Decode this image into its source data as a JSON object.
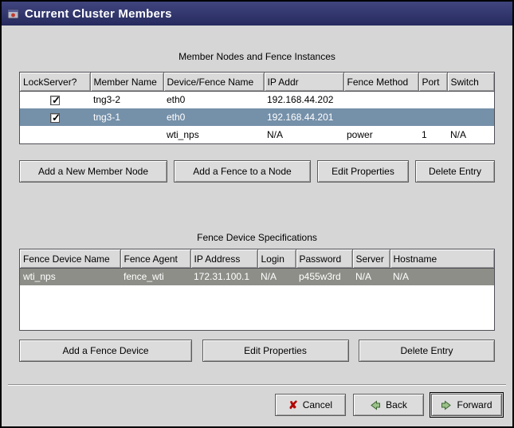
{
  "window": {
    "title": "Current Cluster Members"
  },
  "member_section": {
    "title": "Member Nodes and Fence Instances",
    "columns": [
      "LockServer?",
      "Member Name",
      "Device/Fence Name",
      "IP Addr",
      "Fence Method",
      "Port",
      "Switch"
    ],
    "rows": [
      {
        "cells": [
          "",
          "tng3-2",
          "eth0",
          "192.168.44.202",
          "",
          "",
          ""
        ],
        "checked": true,
        "selected": false
      },
      {
        "cells": [
          "",
          "tng3-1",
          "eth0",
          "192.168.44.201",
          "",
          "",
          ""
        ],
        "checked": true,
        "selected": true
      },
      {
        "cells": [
          "",
          "",
          "wti_nps",
          "N/A",
          "power",
          "1",
          "N/A"
        ],
        "checked": false,
        "selected": false
      }
    ],
    "buttons": [
      "Add a New Member Node",
      "Add a Fence to a Node",
      "Edit Properties",
      "Delete Entry"
    ]
  },
  "fence_section": {
    "title": "Fence Device Specifications",
    "columns": [
      "Fence Device Name",
      "Fence Agent",
      "IP Address",
      "Login",
      "Password",
      "Server",
      "Hostname"
    ],
    "rows": [
      {
        "cells": [
          "wti_nps",
          "fence_wti",
          "172.31.100.1",
          "N/A",
          "p455w3rd",
          "N/A",
          "N/A"
        ],
        "selected": true
      }
    ],
    "buttons": [
      "Add a Fence Device",
      "Edit Properties",
      "Delete Entry"
    ]
  },
  "footer": {
    "cancel": "Cancel",
    "back": "Back",
    "forward": "Forward"
  },
  "colors": {
    "titlebar_top": "#40457f",
    "titlebar_bottom": "#262a5e",
    "background": "#d6d6d6",
    "selection_blue": "#7590a9",
    "selection_gray": "#8e8e88",
    "cancel_icon_red": "#b30000",
    "arrow_green_fill": "#9cc18a",
    "arrow_green_stroke": "#39662e"
  }
}
